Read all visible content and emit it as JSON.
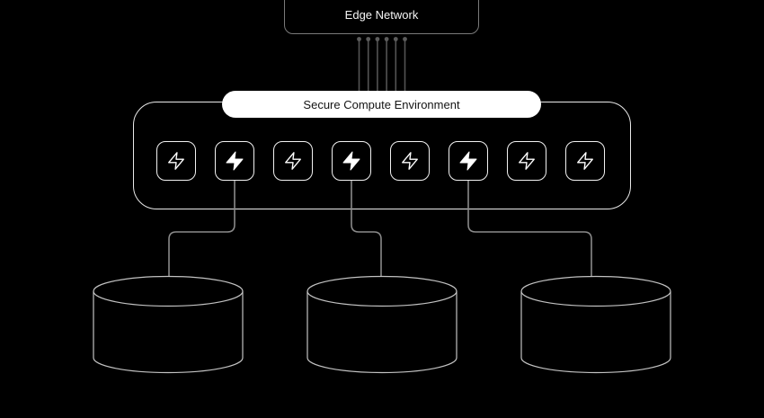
{
  "edge_network": {
    "label": "Edge Network"
  },
  "secure_compute": {
    "label": "Secure Compute Environment",
    "nodes": [
      {
        "variant": "outline"
      },
      {
        "variant": "filled"
      },
      {
        "variant": "outline"
      },
      {
        "variant": "filled"
      },
      {
        "variant": "outline"
      },
      {
        "variant": "filled"
      },
      {
        "variant": "outline"
      },
      {
        "variant": "outline"
      }
    ]
  },
  "edge_links": {
    "count": 6
  },
  "storage": {
    "cylinder_count": 3,
    "connected_node_indices": [
      1,
      3,
      5
    ]
  },
  "colors": {
    "background": "#000000",
    "edge_box_border": "#7a7a7a",
    "link_line": "#545454",
    "link_dot": "#5c5c5c",
    "container_border": "#e9e9e9",
    "pill_background": "#ffffff",
    "pill_text": "#141414",
    "node_border": "#f2f2f2",
    "bolt": "#ffffff",
    "connector_line": "#8a8a8a",
    "cylinder_stroke": "#c2c2c2"
  },
  "icons": {
    "node_icon": "bolt-icon"
  }
}
